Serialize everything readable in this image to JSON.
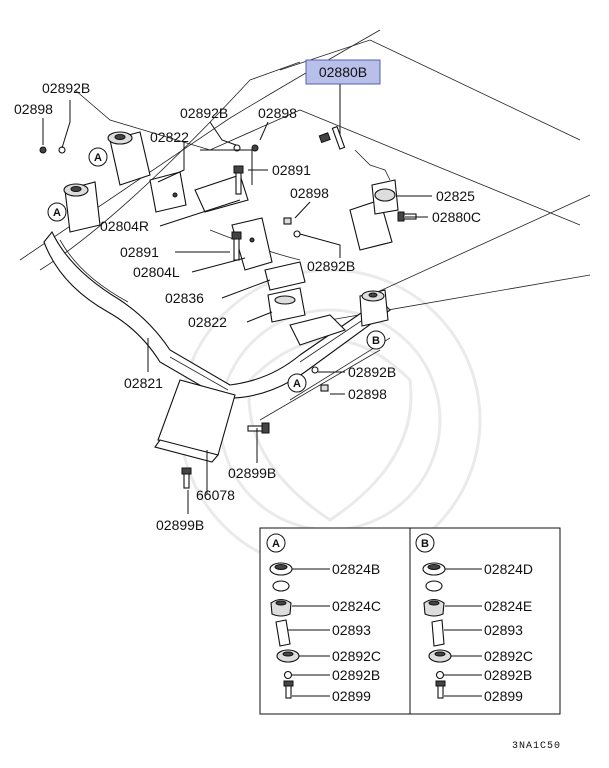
{
  "highlight_color": "#b8c0ea",
  "labels": {
    "l_02880B": "02880B",
    "l_02892B_a": "02892B",
    "l_02898_a": "02898",
    "l_02892B_b": "02892B",
    "l_02898_b": "02898",
    "l_02822_a": "02822",
    "l_02891_a": "02891",
    "l_02898_c": "02898",
    "l_02825": "02825",
    "l_02880C": "02880C",
    "l_02804R": "02804R",
    "l_02891_b": "02891",
    "l_02892B_c": "02892B",
    "l_02804L": "02804L",
    "l_02836": "02836",
    "l_02822_b": "02822",
    "l_02821": "02821",
    "l_02892B_d": "02892B",
    "l_02898_d": "02898",
    "l_02899B_a": "02899B",
    "l_66078": "66078",
    "l_02899B_b": "02899B"
  },
  "callouts": {
    "a": "A",
    "b": "B"
  },
  "detail_a": {
    "header": "A",
    "items": [
      "02824B",
      "02824C",
      "02893",
      "02892C",
      "02892B",
      "02899"
    ]
  },
  "detail_b": {
    "header": "B",
    "items": [
      "02824D",
      "02824E",
      "02893",
      "02892C",
      "02892B",
      "02899"
    ]
  },
  "diagram_code": "3NA1C50"
}
